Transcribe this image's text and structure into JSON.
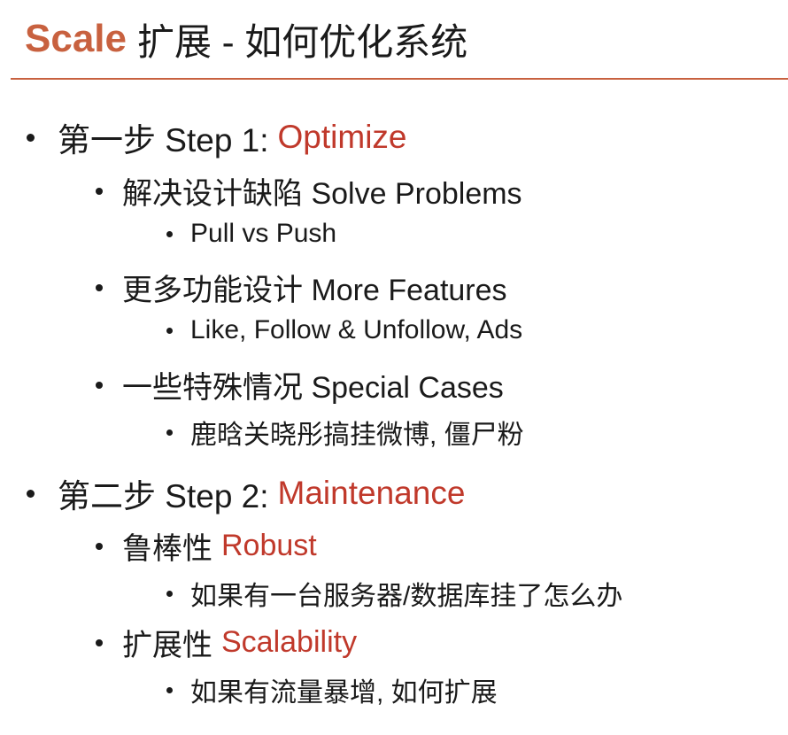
{
  "slide": {
    "title_accent": "Scale",
    "title_rest": "扩展 - 如何优化系统",
    "colors": {
      "accent": "#c8613f",
      "highlight": "#c0392b",
      "text": "#1a1a1a"
    }
  },
  "step1": {
    "label": "第一步 Step 1:",
    "highlight": "Optimize",
    "items": [
      {
        "label": "解决设计缺陷 Solve Problems",
        "sub": "Pull vs Push"
      },
      {
        "label": "更多功能设计 More Features",
        "sub": "Like, Follow & Unfollow, Ads"
      },
      {
        "label": "一些特殊情况 Special Cases",
        "sub": "鹿晗关晓彤搞挂微博, 僵尸粉"
      }
    ]
  },
  "step2": {
    "label": "第二步 Step 2:",
    "highlight": "Maintenance",
    "items": [
      {
        "label": "鲁棒性",
        "highlight": "Robust",
        "sub": "如果有一台服务器/数据库挂了怎么办"
      },
      {
        "label": "扩展性",
        "highlight": "Scalability",
        "sub": "如果有流量暴增, 如何扩展"
      }
    ]
  }
}
